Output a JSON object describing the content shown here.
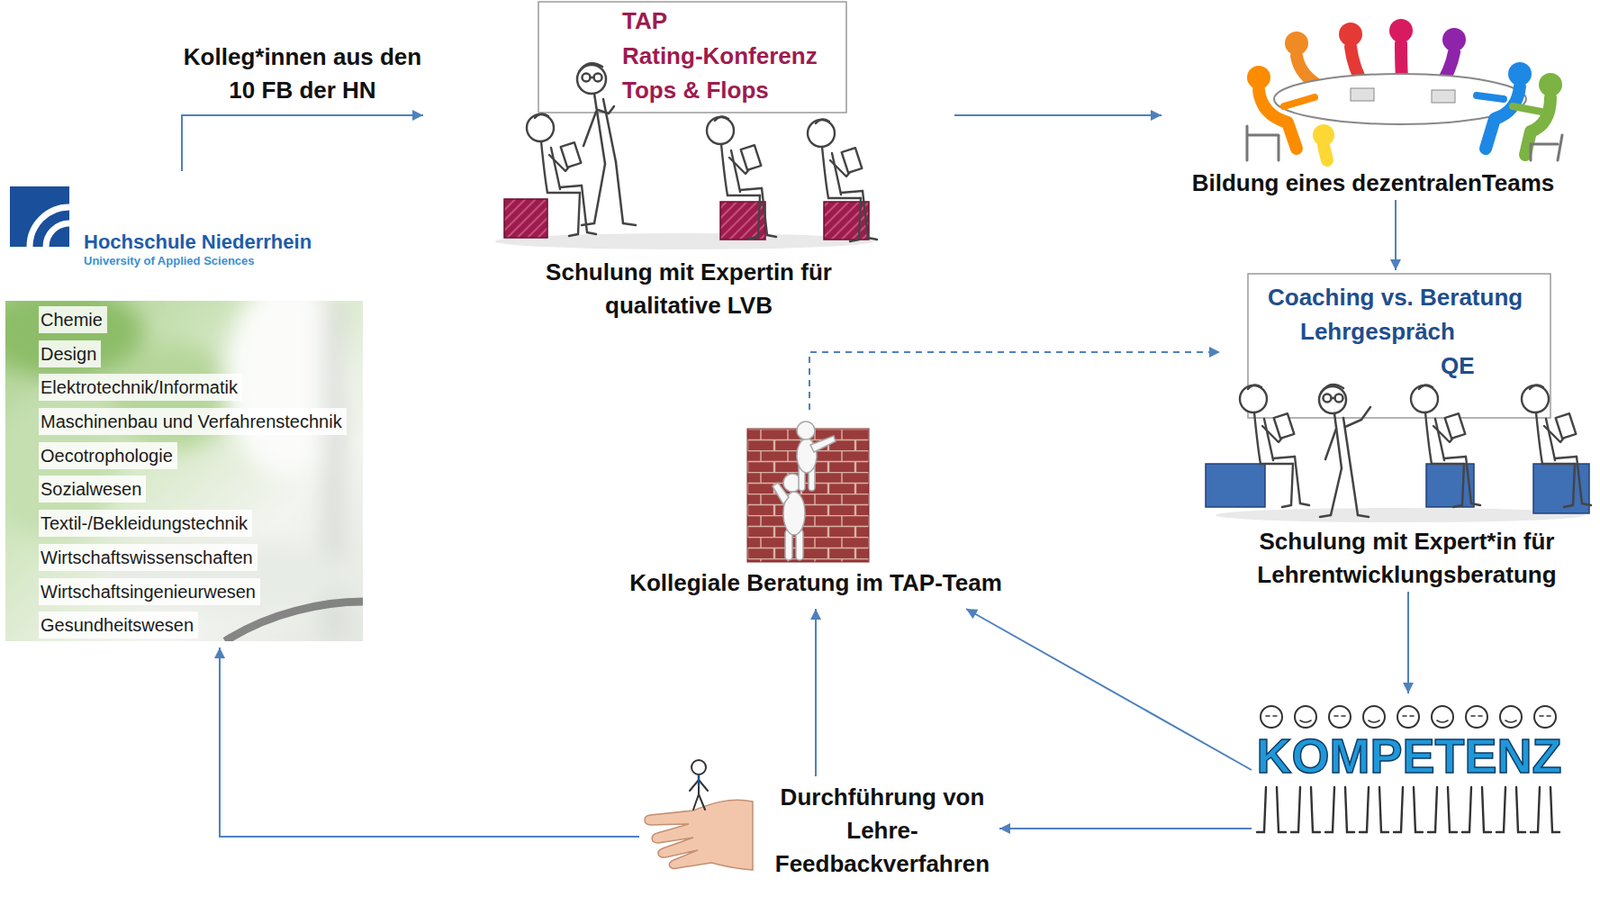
{
  "diagram": {
    "nodes": [
      {
        "text": [
          "Hochschule Niederrhein",
          "University of Applied Sciences"
        ]
      },
      {
        "text": [
          "Chemie",
          "Design",
          "Elektrotechnik/Informatik",
          "Maschinenbau und Verfahrenstechnik",
          "Oecotrophologie",
          "Sozialwesen",
          "Textil-/Bekleidungstechnik",
          "Wirtschaftswissenschaften",
          "Wirtschaftsingenieurwesen",
          "Gesundheitswesen"
        ]
      },
      {
        "text": [
          "TAP",
          "Rating-Konferenz",
          "Tops & Flops",
          "Schulung mit Expertin für qualitative LVB"
        ]
      },
      {
        "text": [
          "Bildung eines dezentralenTeams"
        ]
      },
      {
        "text": [
          "Coaching vs. Beratung",
          "Lehrgespräch",
          "QE",
          "Schulung mit Expert*in für Lehrentwicklungsberatung"
        ]
      },
      {
        "text": [
          "KOMPETENZ"
        ]
      },
      {
        "text": [
          "Durchführung von Lehre- Feedbackverfahren"
        ]
      },
      {
        "text": [
          "Kollegiale Beratung im TAP-Team"
        ]
      }
    ],
    "edges": [
      {
        "from": 0,
        "to": 2,
        "label": "Kolleg*innen aus den 10 FB der HN",
        "arrow": "to"
      },
      {
        "from": 2,
        "to": 3,
        "arrow": "to"
      },
      {
        "from": 3,
        "to": 4,
        "arrow": "to"
      },
      {
        "from": 4,
        "to": 5,
        "arrow": "to"
      },
      {
        "from": 5,
        "to": 6,
        "arrow": "to"
      },
      {
        "from": 5,
        "to": 7,
        "arrow": "to"
      },
      {
        "from": 6,
        "to": 7,
        "arrow": "to"
      },
      {
        "from": 6,
        "to": 1,
        "arrow": "to"
      },
      {
        "from": 7,
        "to": 4,
        "arrow": "to"
      }
    ]
  }
}
